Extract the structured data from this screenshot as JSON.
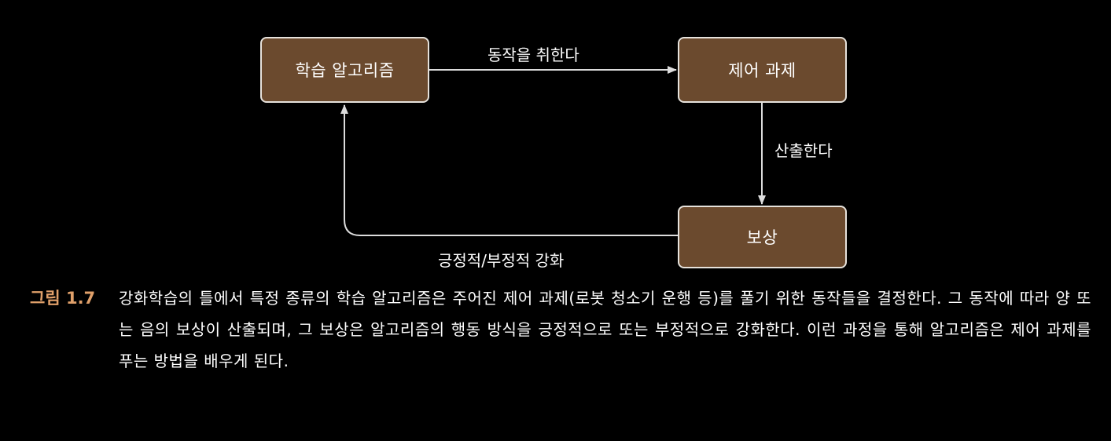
{
  "diagram": {
    "nodes": {
      "learning_algorithm": "학습 알고리즘",
      "control_task": "제어 과제",
      "reward": "보상"
    },
    "edges": {
      "takes_action": "동작을 취한다",
      "produces": "산출한다",
      "reinforcement": "긍정적/부정적 강화"
    }
  },
  "caption": {
    "label": "그림 1.7",
    "text": "강화학습의 틀에서 특정 종류의 학습 알고리즘은 주어진 제어 과제(로봇 청소기 운행 등)를 풀기 위한 동작들을 결정한다. 그 동작에 따라 양 또는 음의 보상이 산출되며, 그 보상은 알고리즘의 행동 방식을 긍정적으로 또는 부정적으로 강화한다. 이런 과정을 통해 알고리즘은 제어 과제를 푸는 방법을 배우게 된다."
  },
  "colors": {
    "background": "#000000",
    "node_fill": "#6b4a2e",
    "node_border": "#e6e2dc",
    "arrow": "#dcdcdc",
    "caption_label": "#e0a06a",
    "text": "#ffffff"
  }
}
